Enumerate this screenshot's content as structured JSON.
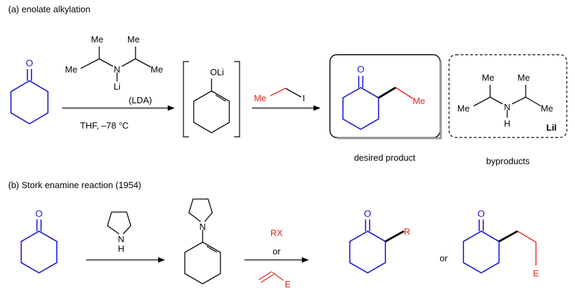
{
  "colors": {
    "black": "#000000",
    "blue": "#1a1ad6",
    "red": "#e8241c"
  },
  "section_a": {
    "label": "(a) enolate alkylation",
    "lda": {
      "me_left": "Me",
      "me_top_left": "Me",
      "me_top_right": "Me",
      "me_right": "Me",
      "n": "N",
      "li": "Li",
      "name": "(LDA)"
    },
    "conditions": "THF, –78 °C",
    "enolate_oli": "OLi",
    "ketone_o": "O",
    "ethyl_iodide": {
      "me": "Me",
      "i": "I"
    },
    "product": {
      "o": "O",
      "me": "Me",
      "caption": "desired product"
    },
    "byproducts": {
      "me_left": "Me",
      "me_top_left": "Me",
      "me_top_right": "Me",
      "me_right": "Me",
      "n": "N",
      "h": "H",
      "lil": "LiI",
      "caption": "byproducts"
    }
  },
  "section_b": {
    "label": "(b) Stork enamine reaction (1954)",
    "ketone_o": "O",
    "pyrrolidine": {
      "n": "N",
      "h": "H"
    },
    "enamine_n": "N",
    "reagent_rx": "RX",
    "reagent_or": "or",
    "reagent_e": "E",
    "product1": {
      "o": "O",
      "r": "R"
    },
    "or_between": "or",
    "product2": {
      "o": "O",
      "e": "E"
    }
  }
}
